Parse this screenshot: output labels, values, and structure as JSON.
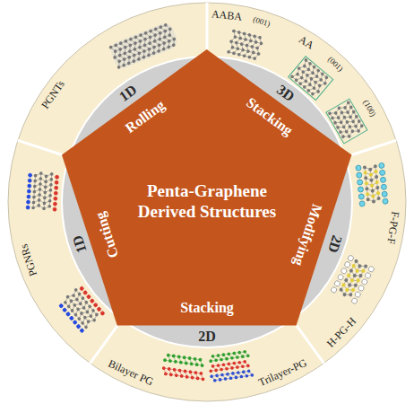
{
  "diagram": {
    "nodes": [
      {
        "text": [
          "Penta-Graphene Derived Structures"
        ]
      }
    ],
    "labels": [
      "PGNTs",
      "1D",
      "Rolling",
      "AABA",
      "(001)",
      "AA",
      "(001)",
      "(100)",
      "3D",
      "Stacking",
      "2D",
      "Modifying",
      "F-PG-F",
      "H-PG-H",
      "2D",
      "Stacking",
      "Trilayer-PG",
      "Bilayer PG",
      "1D",
      "Cutting",
      "PGNRs"
    ]
  }
}
